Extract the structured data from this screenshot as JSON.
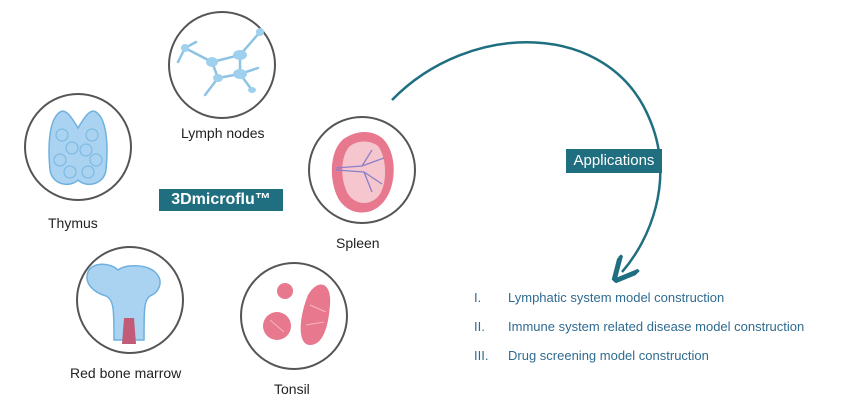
{
  "brand": "3Dmicroflu™",
  "arrow_label": "Applications",
  "organs": [
    {
      "label": "Lymph nodes",
      "icon": "lymph-node-icon"
    },
    {
      "label": "Thymus",
      "icon": "thymus-icon"
    },
    {
      "label": "Spleen",
      "icon": "spleen-icon"
    },
    {
      "label": "Red bone marrow",
      "icon": "bone-marrow-icon"
    },
    {
      "label": "Tonsil",
      "icon": "tonsil-icon"
    }
  ],
  "applications": [
    {
      "num": "I.",
      "text": "Lymphatic system model construction"
    },
    {
      "num": "II.",
      "text": "Immune system related disease model construction"
    },
    {
      "num": "III.",
      "text": "Drug screening model construction"
    }
  ],
  "colors": {
    "accent": "#1f6f81",
    "list_text": "#2f6b91",
    "blue_tissue": "#a9d3f0",
    "pink_tissue": "#e8788e"
  }
}
